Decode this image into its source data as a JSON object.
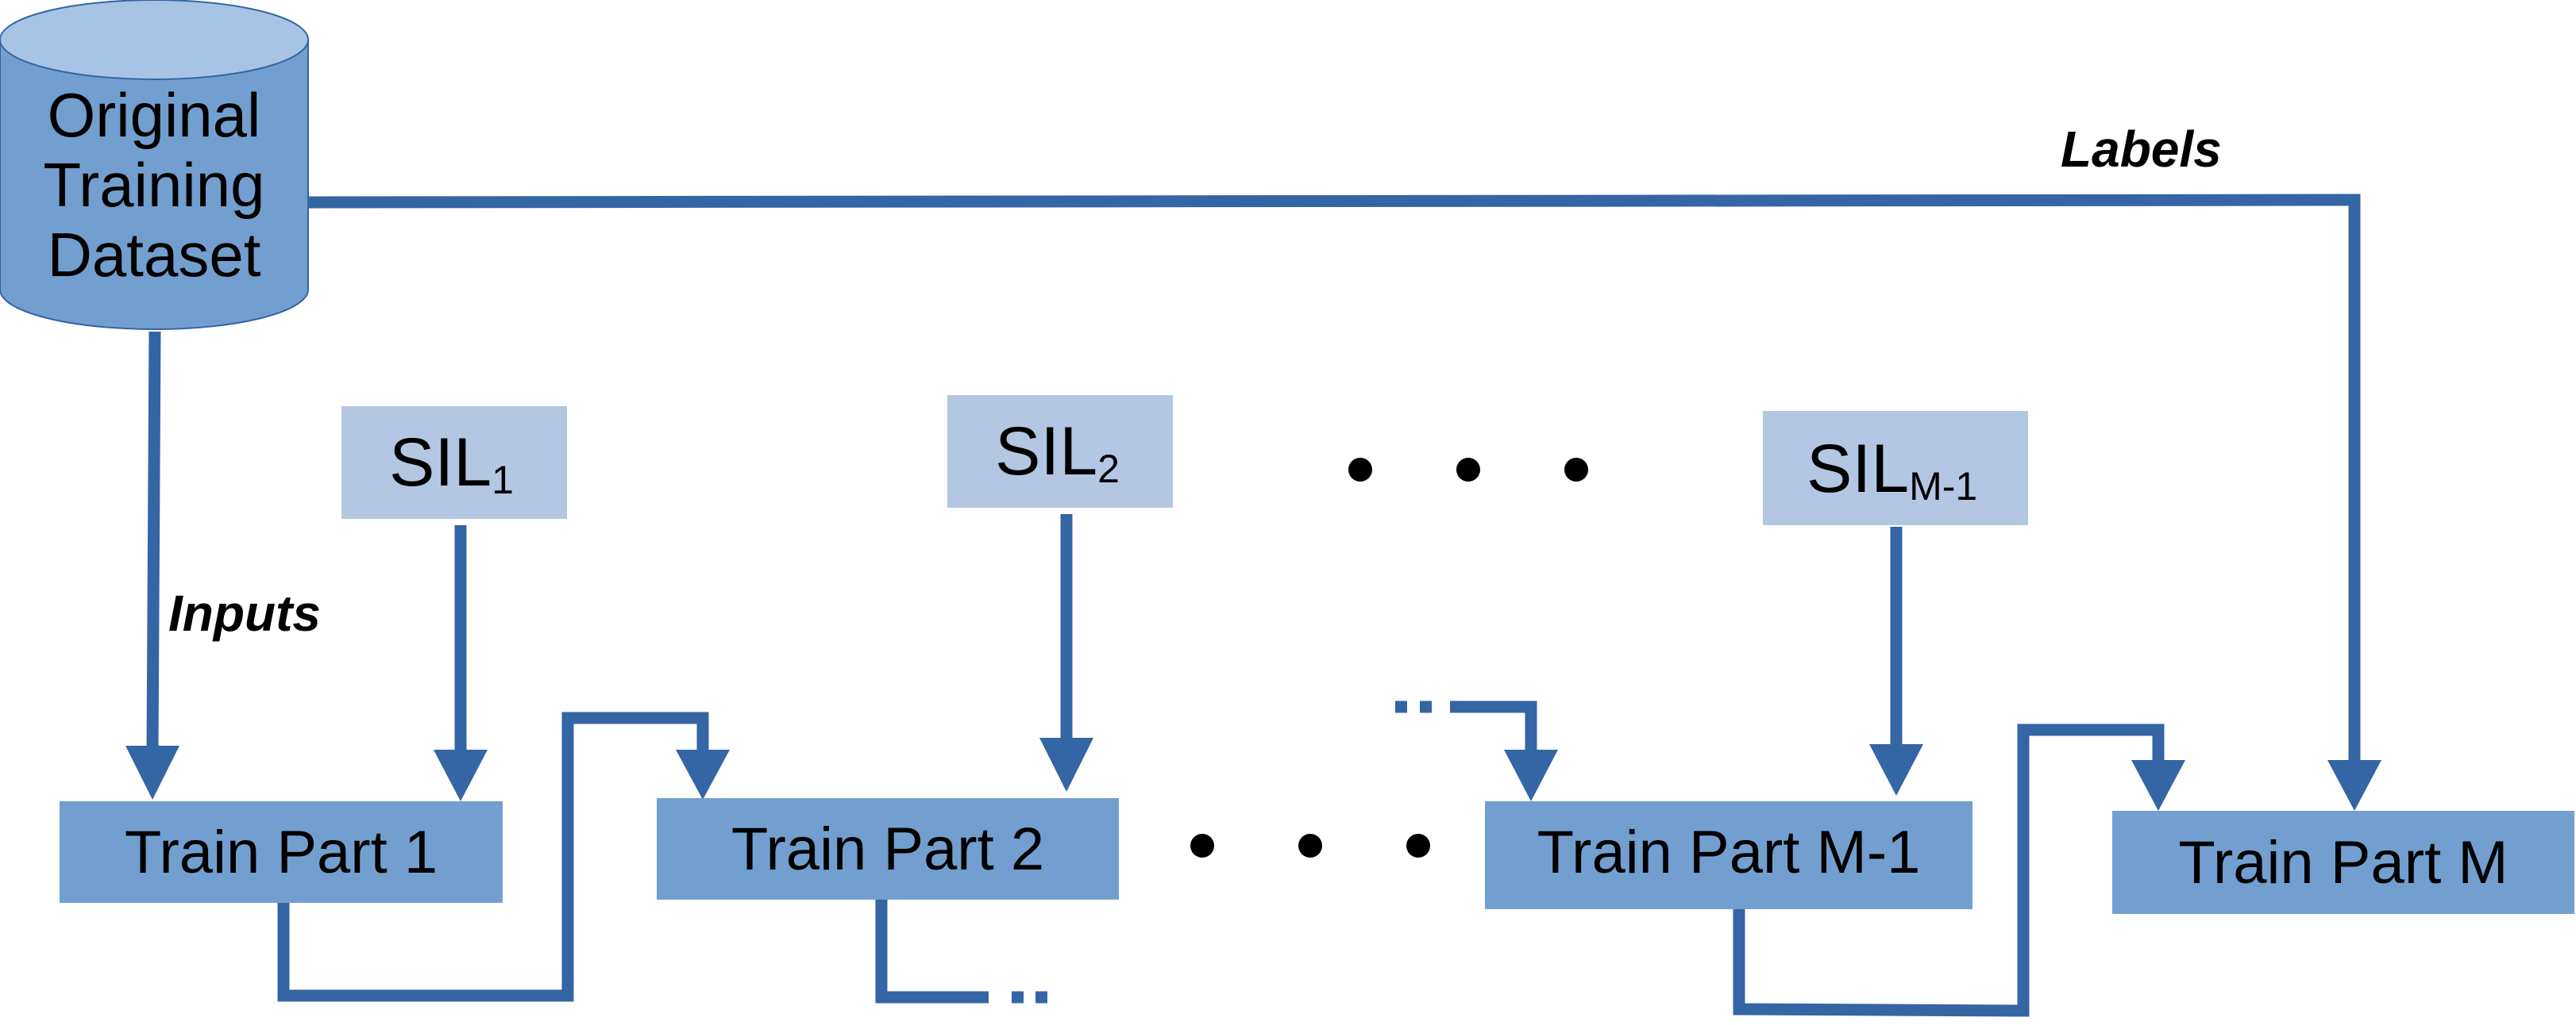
{
  "diagram": {
    "database": {
      "lines": [
        "Original",
        "Training",
        "Dataset"
      ]
    },
    "edge_labels": {
      "labels": "Labels",
      "inputs": "Inputs"
    },
    "sil_nodes": [
      {
        "base": "SIL",
        "sub": "1"
      },
      {
        "base": "SIL",
        "sub": "2"
      },
      {
        "base": "SIL",
        "sub": "M-1"
      }
    ],
    "train_nodes": [
      {
        "label": "Train Part 1"
      },
      {
        "label": "Train Part 2"
      },
      {
        "label": "Train Part M-1"
      },
      {
        "label": "Train Part M"
      }
    ],
    "colors": {
      "train_fill": "#729fcf",
      "sil_fill": "#b4c7e2",
      "db_body": "#729fcf",
      "db_top": "#a7c4e5",
      "db_stroke": "#3465a4",
      "edge": "#3465a4",
      "dots": "#000000"
    }
  }
}
